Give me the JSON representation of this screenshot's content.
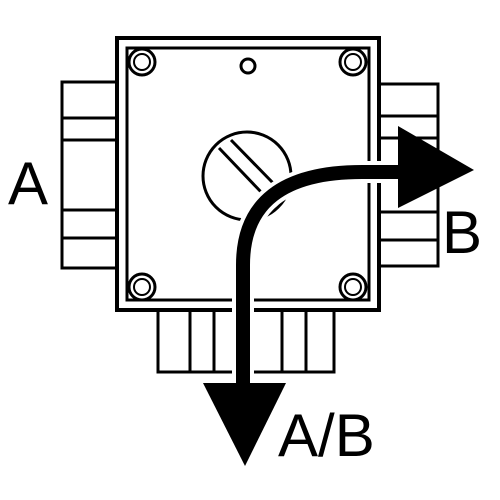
{
  "diagram": {
    "labels": {
      "port_left": "A",
      "port_right": "B",
      "port_bottom": "A/B"
    },
    "flow": {
      "from": "A/B",
      "to": "B"
    },
    "colors": {
      "ink": "#000000",
      "paper": "#ffffff"
    },
    "icons": {
      "valve_body": "valve-body-icon",
      "knob": "slotted-knob-icon",
      "arrow_right": "flow-arrow-right-icon",
      "arrow_down": "flow-arrow-down-icon"
    }
  }
}
